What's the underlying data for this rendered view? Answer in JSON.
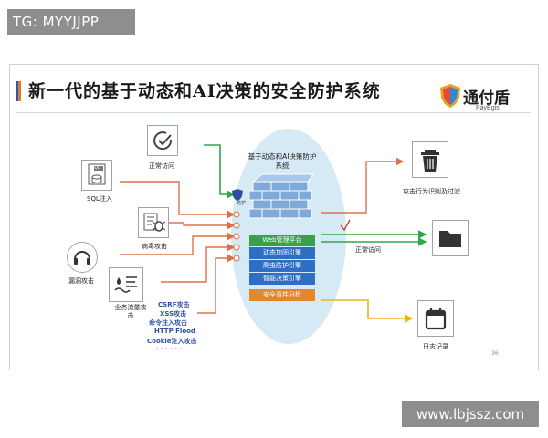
{
  "watermark_top": "TG: MYYJJPP",
  "watermark_bottom": "www.lbjssz.com",
  "slide": {
    "title": "新一代的基于动态和AI决策的安全防护系统",
    "logo": {
      "name_cn": "通付盾",
      "name_en": "PayEgis"
    },
    "page_number": "36"
  },
  "sources": {
    "normal_access": "正常访问",
    "sql_injection": "SQL注入",
    "virus_attack": "病毒攻击",
    "vuln_attack": "漏洞攻击",
    "traffic_attack": "业务流量攻击",
    "sql_icon_text": "SQL",
    "attack_list": [
      "CSRF攻击",
      "XSS攻击",
      "命令注入攻击",
      "HTTP Flood",
      "Cookie注入攻击"
    ],
    "attack_ellipsis": "· · · · · ·"
  },
  "core": {
    "label": "基于动态和AI决策防护系统",
    "mini_label": "防护",
    "modules": [
      {
        "label": "Web管理平台",
        "color": "#3aa04a"
      },
      {
        "label": "动态加固引擎",
        "color": "#2e6fc4"
      },
      {
        "label": "爬虫防护引擎",
        "color": "#2e6fc4"
      },
      {
        "label": "智能决策引擎",
        "color": "#2e6fc4"
      },
      {
        "label": "安全事件分析",
        "color": "#e2882c"
      }
    ]
  },
  "outputs": {
    "block": "攻击行为识别及过滤",
    "normal": "正常访问",
    "log": "日志记录"
  },
  "colors": {
    "attack_line": "#e0704a",
    "normal_line": "#2fa84a",
    "log_line": "#f0b21e",
    "cloud": "#cfe6f5"
  },
  "icons": {
    "normal_access": "check-circle-icon",
    "sql_injection": "database-icon",
    "virus_attack": "bug-icon",
    "vuln_attack": "headset-icon",
    "traffic_attack": "traffic-icon",
    "block": "trash-icon",
    "normal_out": "folder-icon",
    "log": "calendar-icon"
  }
}
